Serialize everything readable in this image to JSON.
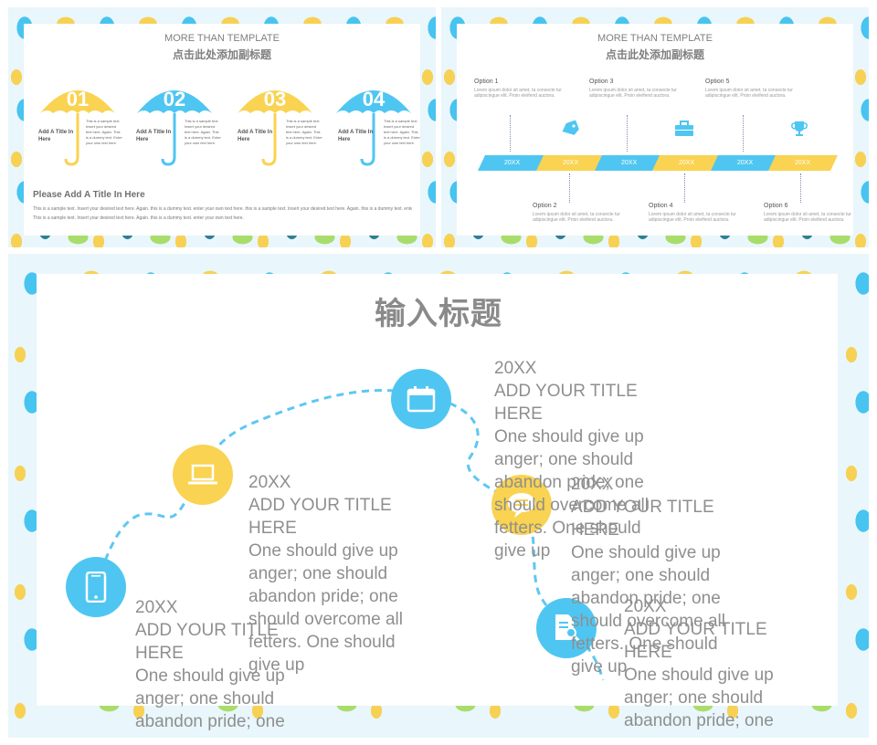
{
  "slide1": {
    "title": "MORE THAN TEMPLATE",
    "subtitle": "点击此处添加副标题",
    "umbrellas": [
      {
        "num": "01",
        "color": "#f9d351",
        "label": "Add A Title In Here",
        "desc": "This is a sample text. Insert your desired text here. Again. This is a dummy text. Enter your own text here."
      },
      {
        "num": "02",
        "color": "#4fc6f2",
        "label": "Add A Title In Here",
        "desc": "This is a sample text. Insert your desired text here. Again. This is a dummy text. Enter your own text here."
      },
      {
        "num": "03",
        "color": "#f9d351",
        "label": "Add A Title In Here",
        "desc": "This is a sample text. Insert your desired text here. Again. This is a dummy text. Enter your own text here."
      },
      {
        "num": "04",
        "color": "#4fc6f2",
        "label": "Add A Title In Here",
        "desc": "This is a sample text. Insert your desired text here. Again. This is a dummy text. Enter your own text here."
      }
    ],
    "bottom_title": "Please Add A Title In Here",
    "bottom_text_1": "This is a sample text. Insert your desired text here. Again. this is a dummy text. enter your own text here. this is a sample text. Insert your desired text here. Again. this is a dummy text. enter your own text here.",
    "bottom_text_2": "This is a sample text. Insert your desired text here. Again. this is a dummy text. enter your own text here."
  },
  "slide2": {
    "title": "MORE THAN TEMPLATE",
    "subtitle": "点击此处添加副标题",
    "options_top": [
      {
        "label": "Option 1",
        "desc": "Lorem ipsum dolor sit amet, ta consecte tur adipiscingue elit. Proin eleifend auctora."
      },
      {
        "label": "Option 3",
        "desc": "Lorem ipsum dolor sit amet, ta consecte tur adipiscingue elit. Proin eleifend auctora."
      },
      {
        "label": "Option 5",
        "desc": "Lorem ipsum dolor sit amet, ta consecte tur adipiscingue elit. Proin eleifend auctora."
      }
    ],
    "options_bottom": [
      {
        "label": "Option 2",
        "desc": "Lorem ipsum dolor sit amet, ta consecte tur adipiscingue elit. Proin eleifend auctora."
      },
      {
        "label": "Option 4",
        "desc": "Lorem ipsum dolor sit amet, ta consecte tur adipiscingue elit. Proin eleifend auctora."
      },
      {
        "label": "Option 6",
        "desc": "Lorem ipsum dolor sit amet, ta consecte tur adipiscingue elit. Proin eleifend auctora."
      }
    ],
    "timeline": [
      "20XX",
      "20XX",
      "20XX",
      "20XX",
      "20XX",
      "20XX"
    ],
    "icons": [
      "tag-icon",
      "briefcase-icon",
      "trophy-icon"
    ]
  },
  "slide3": {
    "title": "输入标题",
    "steps": [
      {
        "year": "20XX",
        "title": "ADD YOUR TITLE HERE",
        "text": "One should give up anger; one should abandon pride; one",
        "icon": "phone-icon"
      },
      {
        "year": "20XX",
        "title": "ADD YOUR TITLE HERE",
        "text": "One should give up anger; one should abandon pride; one should overcome all fetters. One should give up",
        "icon": "laptop-icon"
      },
      {
        "year": "20XX",
        "title": "ADD YOUR TITLE HERE",
        "text": "One should give up anger; one should abandon pride; one should overcome all fetters. One should give up",
        "icon": "calendar-icon"
      },
      {
        "year": "20XX",
        "title": "ADD YOUR TITLE HERE",
        "text": "One should give up anger; one should abandon pride; one should overcome all fetters. One should give up",
        "icon": "chat-icon"
      },
      {
        "year": "20XX",
        "title": "ADD YOUR TITLE HERE",
        "text": "One should give up anger; one should abandon pride; one should",
        "icon": "document-search-icon"
      }
    ]
  },
  "colors": {
    "yellow": "#f9d351",
    "blue": "#4fc6f2",
    "text_gray": "#8f8f8f"
  }
}
